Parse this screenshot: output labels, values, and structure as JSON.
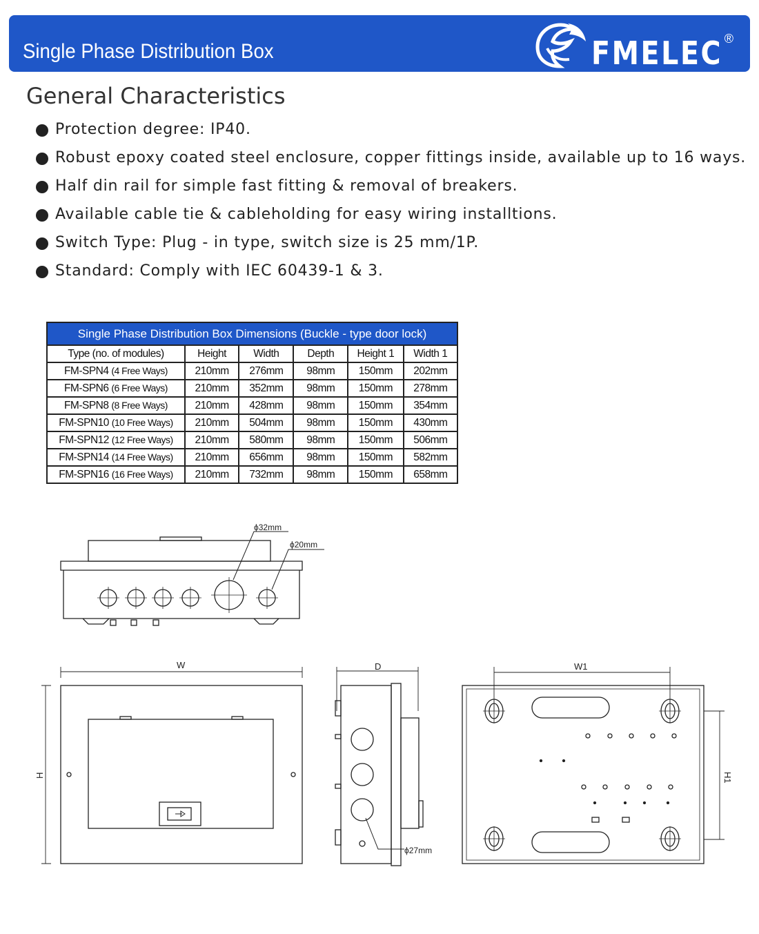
{
  "header": {
    "title": "Single Phase Distribution Box",
    "brand": "FMELEC",
    "registered": "®",
    "accent_color": "#1f57c8"
  },
  "section": {
    "title": "General Characteristics",
    "bullets": [
      "Protection degree: IP40.",
      "Robust epoxy coated steel enclosure, copper fittings inside, available up to 16 ways.",
      "Half din rail for simple fast fitting & removal of breakers.",
      "Available cable tie & cableholding for easy wiring installtions.",
      "Switch Type: Plug - in  type, switch size is 25 mm/1P.",
      "Standard: Comply with IEC 60439-1 & 3."
    ]
  },
  "table": {
    "caption": "Single Phase Distribution Box Dimensions (Buckle - type door lock)",
    "headers": [
      "Type (no. of modules)",
      "Height",
      "Width",
      "Depth",
      "Height 1",
      "Width 1"
    ],
    "rows": [
      {
        "model": "FM-SPN4",
        "ways": "(4 Free Ways)",
        "height": "210mm",
        "width": "276mm",
        "depth": "98mm",
        "height1": "150mm",
        "width1": "202mm"
      },
      {
        "model": "FM-SPN6",
        "ways": "(6  Free Ways)",
        "height": "210mm",
        "width": "352mm",
        "depth": "98mm",
        "height1": "150mm",
        "width1": "278mm"
      },
      {
        "model": "FM-SPN8",
        "ways": "(8  Free Ways)",
        "height": "210mm",
        "width": "428mm",
        "depth": "98mm",
        "height1": "150mm",
        "width1": "354mm"
      },
      {
        "model": "FM-SPN10",
        "ways": "(10  Free Ways)",
        "height": "210mm",
        "width": "504mm",
        "depth": "98mm",
        "height1": "150mm",
        "width1": "430mm"
      },
      {
        "model": "FM-SPN12",
        "ways": "(12  Free Ways)",
        "height": "210mm",
        "width": "580mm",
        "depth": "98mm",
        "height1": "150mm",
        "width1": "506mm"
      },
      {
        "model": "FM-SPN14",
        "ways": "(14  Free Ways)",
        "height": "210mm",
        "width": "656mm",
        "depth": "98mm",
        "height1": "150mm",
        "width1": "582mm"
      },
      {
        "model": "FM-SPN16",
        "ways": "(16  Free Ways)",
        "height": "210mm",
        "width": "732mm",
        "depth": "98mm",
        "height1": "150mm",
        "width1": "658mm"
      }
    ]
  },
  "drawings": {
    "label_phi32": "ϕ32mm",
    "label_phi20": "ϕ20mm",
    "label_phi27": "ϕ27mm",
    "label_w": "W",
    "label_h": "H",
    "label_d": "D",
    "label_w1": "W1",
    "label_h1": "H1"
  }
}
